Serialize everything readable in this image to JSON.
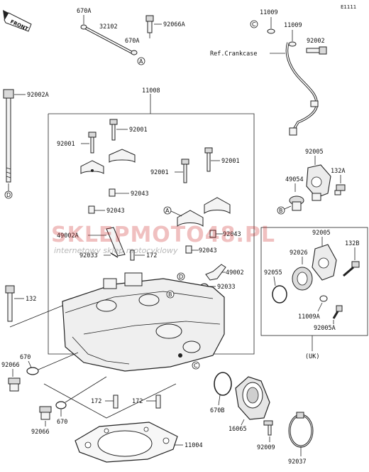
{
  "diagram_id": "E1111",
  "front_label": "FRONT",
  "ref_crankcase": "Ref.Crankcase",
  "uk_label": "(UK)",
  "watermark": {
    "brand": "SKLEPMOTO48.PL",
    "tagline": "internetowy sklep motocyklowy"
  },
  "parts": {
    "p670A_top": "670A",
    "p32102": "32102",
    "p670A_mid": "670A",
    "p92066A": "92066A",
    "p11009_a": "11009",
    "p11009_b": "11009",
    "p92002": "92002",
    "p92002A": "92002A",
    "p11008": "11008",
    "p92001_a": "92001",
    "p92001_b": "92001",
    "p92001_c": "92001",
    "p92001_d": "92001",
    "p92043_a": "92043",
    "p92043_b": "92043",
    "p92043_c": "92043",
    "p92043_d": "92043",
    "p49002A": "49002A",
    "p92033_a": "92033",
    "p172_a": "172",
    "p49002": "49002",
    "p92033_b": "92033",
    "p132": "132",
    "p92005_a": "92005",
    "p49054": "49054",
    "p132A": "132A",
    "p92005_b": "92005",
    "p92026": "92026",
    "p132B": "132B",
    "p92055": "92055",
    "p11009A": "11009A",
    "p92005A": "92005A",
    "p92066_a": "92066",
    "p670_a": "670",
    "p92066_b": "92066",
    "p670_b": "670",
    "p172_b": "172",
    "p172_c": "172",
    "p670B": "670B",
    "p16065": "16065",
    "p92009": "92009",
    "p11004": "11004",
    "p92037": "92037"
  },
  "refs": {
    "A": "A",
    "B": "B",
    "C": "C",
    "D": "D"
  }
}
